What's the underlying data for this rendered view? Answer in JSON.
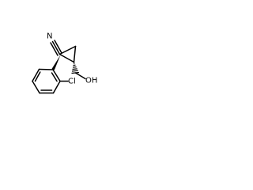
{
  "molecule": {
    "atoms": {
      "nitrile_n": "N",
      "chloro": "Cl",
      "hydroxyl": "OH"
    }
  }
}
